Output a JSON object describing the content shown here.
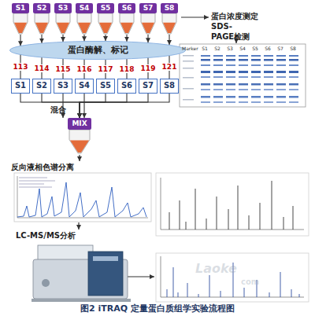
{
  "diagram": {
    "caption": "图2 iTRAQ 定量蛋白质组学实验流程图",
    "nodes": [
      {
        "text": [
          "S1"
        ]
      },
      {
        "text": [
          "S2"
        ]
      },
      {
        "text": [
          "S3"
        ]
      },
      {
        "text": [
          "S4"
        ]
      },
      {
        "text": [
          "S5"
        ]
      },
      {
        "text": [
          "S6"
        ]
      },
      {
        "text": [
          "S7"
        ]
      },
      {
        "text": [
          "S8"
        ]
      },
      {
        "text": [
          "蛋白酶解、标记"
        ]
      },
      {
        "text": [
          "S1"
        ]
      },
      {
        "text": [
          "S2"
        ]
      },
      {
        "text": [
          "S3"
        ]
      },
      {
        "text": [
          "S4"
        ]
      },
      {
        "text": [
          "S5"
        ]
      },
      {
        "text": [
          "S6"
        ]
      },
      {
        "text": [
          "S7"
        ]
      },
      {
        "text": [
          "S8"
        ]
      },
      {
        "text": [
          "MIX"
        ]
      }
    ],
    "edges": [
      {
        "from": 0,
        "to": 8,
        "arrow": "to"
      },
      {
        "from": 1,
        "to": 8,
        "arrow": "to"
      },
      {
        "from": 2,
        "to": 8,
        "arrow": "to"
      },
      {
        "from": 3,
        "to": 8,
        "arrow": "to"
      },
      {
        "from": 4,
        "to": 8,
        "arrow": "to"
      },
      {
        "from": 5,
        "to": 8,
        "arrow": "to"
      },
      {
        "from": 6,
        "to": 8,
        "arrow": "to"
      },
      {
        "from": 7,
        "to": 8,
        "arrow": "to"
      },
      {
        "from": 8,
        "to": 9,
        "arrow": "none",
        "label": "113"
      },
      {
        "from": 8,
        "to": 10,
        "arrow": "none",
        "label": "114"
      },
      {
        "from": 8,
        "to": 11,
        "arrow": "none",
        "label": "115"
      },
      {
        "from": 8,
        "to": 12,
        "arrow": "none",
        "label": "116"
      },
      {
        "from": 8,
        "to": 13,
        "arrow": "none",
        "label": "117"
      },
      {
        "from": 8,
        "to": 14,
        "arrow": "none",
        "label": "118"
      },
      {
        "from": 8,
        "to": 15,
        "arrow": "none",
        "label": "119"
      },
      {
        "from": 8,
        "to": 16,
        "arrow": "none",
        "label": "121"
      },
      {
        "from": 9,
        "to": 17,
        "arrow": "to"
      },
      {
        "from": 10,
        "to": 17,
        "arrow": "to"
      },
      {
        "from": 11,
        "to": 17,
        "arrow": "to"
      },
      {
        "from": 12,
        "to": 17,
        "arrow": "to"
      },
      {
        "from": 13,
        "to": 17,
        "arrow": "to"
      },
      {
        "from": 14,
        "to": 17,
        "arrow": "to"
      },
      {
        "from": 15,
        "to": 17,
        "arrow": "to"
      },
      {
        "from": 16,
        "to": 17,
        "arrow": "to"
      }
    ],
    "labels": [
      "蛋白浓度测定 SDS-PAGE检测",
      "Marker",
      "S1",
      "S2",
      "S3",
      "S4",
      "S5",
      "S6",
      "S7",
      "S8",
      "混合",
      "反向液相色谱分离",
      "LC-MS/MS分析",
      "Laoke",
      "com"
    ]
  }
}
